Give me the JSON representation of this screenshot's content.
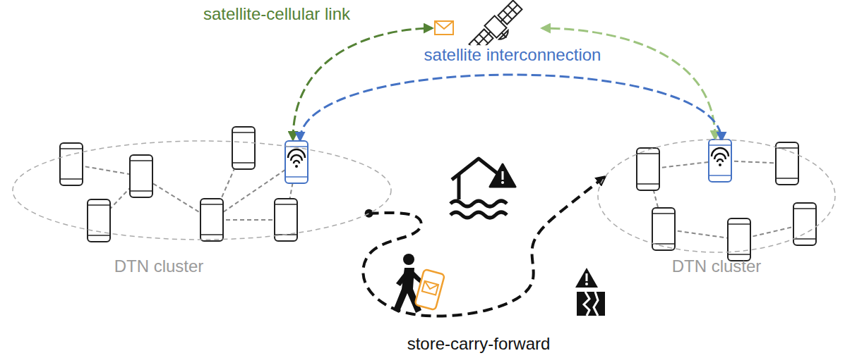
{
  "diagram": {
    "nodes": [
      {
        "text": [
          "DTN cluster"
        ]
      },
      {
        "text": [
          "DTN cluster"
        ]
      }
    ],
    "edges": [
      {
        "from": 0,
        "to": 1,
        "arrow": "to",
        "label": "store-carry-forward"
      }
    ],
    "labels": [
      "satellite-cellular link",
      "satellite interconnection"
    ]
  }
}
